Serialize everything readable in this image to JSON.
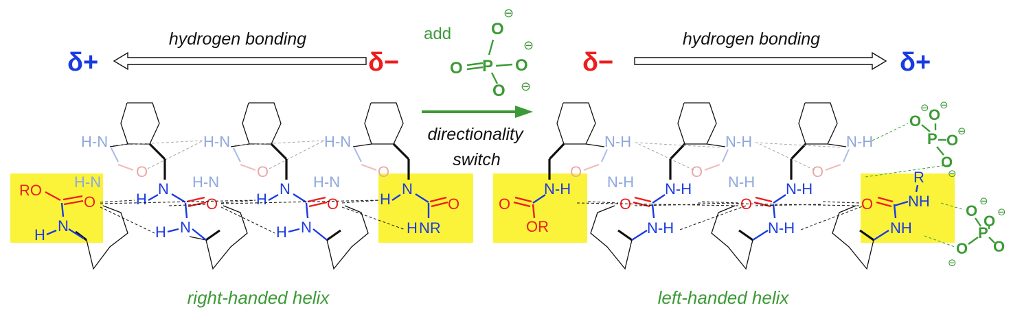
{
  "left": {
    "arrow_label": "hydrogen bonding",
    "delta_plus": "δ+",
    "delta_minus": "δ−",
    "helix_label": "right-handed helix",
    "cap_left": {
      "ro": "RO",
      "o": "O",
      "h": "H",
      "n": "N"
    },
    "cap_right": {
      "h": "H",
      "nr": "NR",
      "n": "N",
      "o": "O"
    }
  },
  "right": {
    "arrow_label": "hydrogen bonding",
    "delta_plus": "δ+",
    "delta_minus": "δ−",
    "helix_label": "left-handed helix",
    "cap_left": {
      "o": "O",
      "or": "OR",
      "nh": "N-H"
    },
    "cap_right": {
      "r": "R",
      "nh1": "NH",
      "nh2": "NH",
      "o": "O"
    }
  },
  "center": {
    "add": "add",
    "switch_line1": "directionality",
    "switch_line2": "switch",
    "phosphate": {
      "p": "P",
      "o": "O",
      "charge": "⊖"
    }
  },
  "atoms": {
    "n": "N",
    "h": "H",
    "o": "O",
    "nh": "N-H",
    "hn": "H-N",
    "p": "P"
  },
  "colors": {
    "donor": "#1a3be0",
    "acceptor": "#ee1c1c",
    "anion": "#3c9a36",
    "highlight": "#fbf33a"
  }
}
